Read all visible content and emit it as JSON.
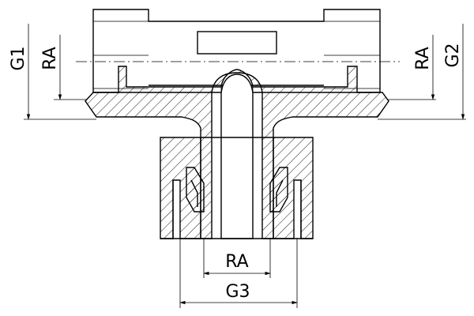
{
  "dimensions": {
    "g1": "G1",
    "ra_left": "RA",
    "ra_right": "RA",
    "g2": "G2",
    "ra_bottom": "RA",
    "g3": "G3"
  }
}
